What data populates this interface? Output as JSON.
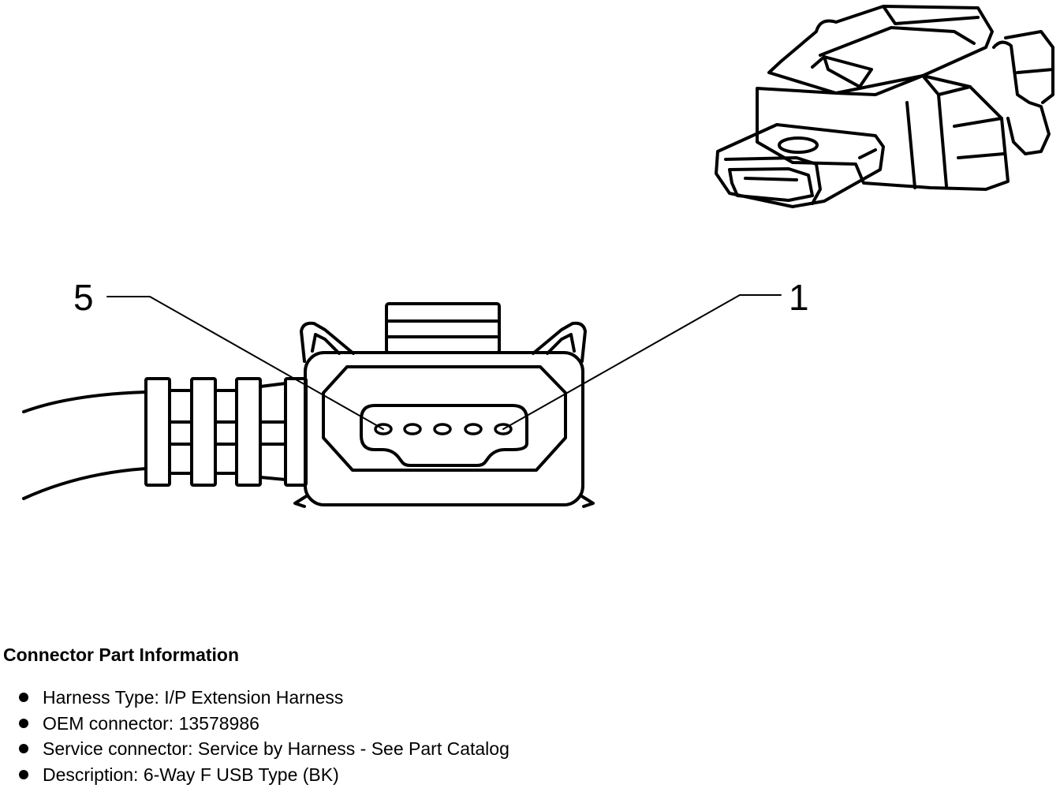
{
  "diagram": {
    "pin_labels": {
      "left": "5",
      "right": "1"
    },
    "pins_count": 5
  },
  "info": {
    "title": "Connector Part Information",
    "items": [
      "Harness Type: I/P Extension Harness",
      "OEM connector: 13578986",
      "Service connector: Service by Harness - See Part Catalog",
      "Description: 6-Way F USB Type (BK)"
    ]
  }
}
